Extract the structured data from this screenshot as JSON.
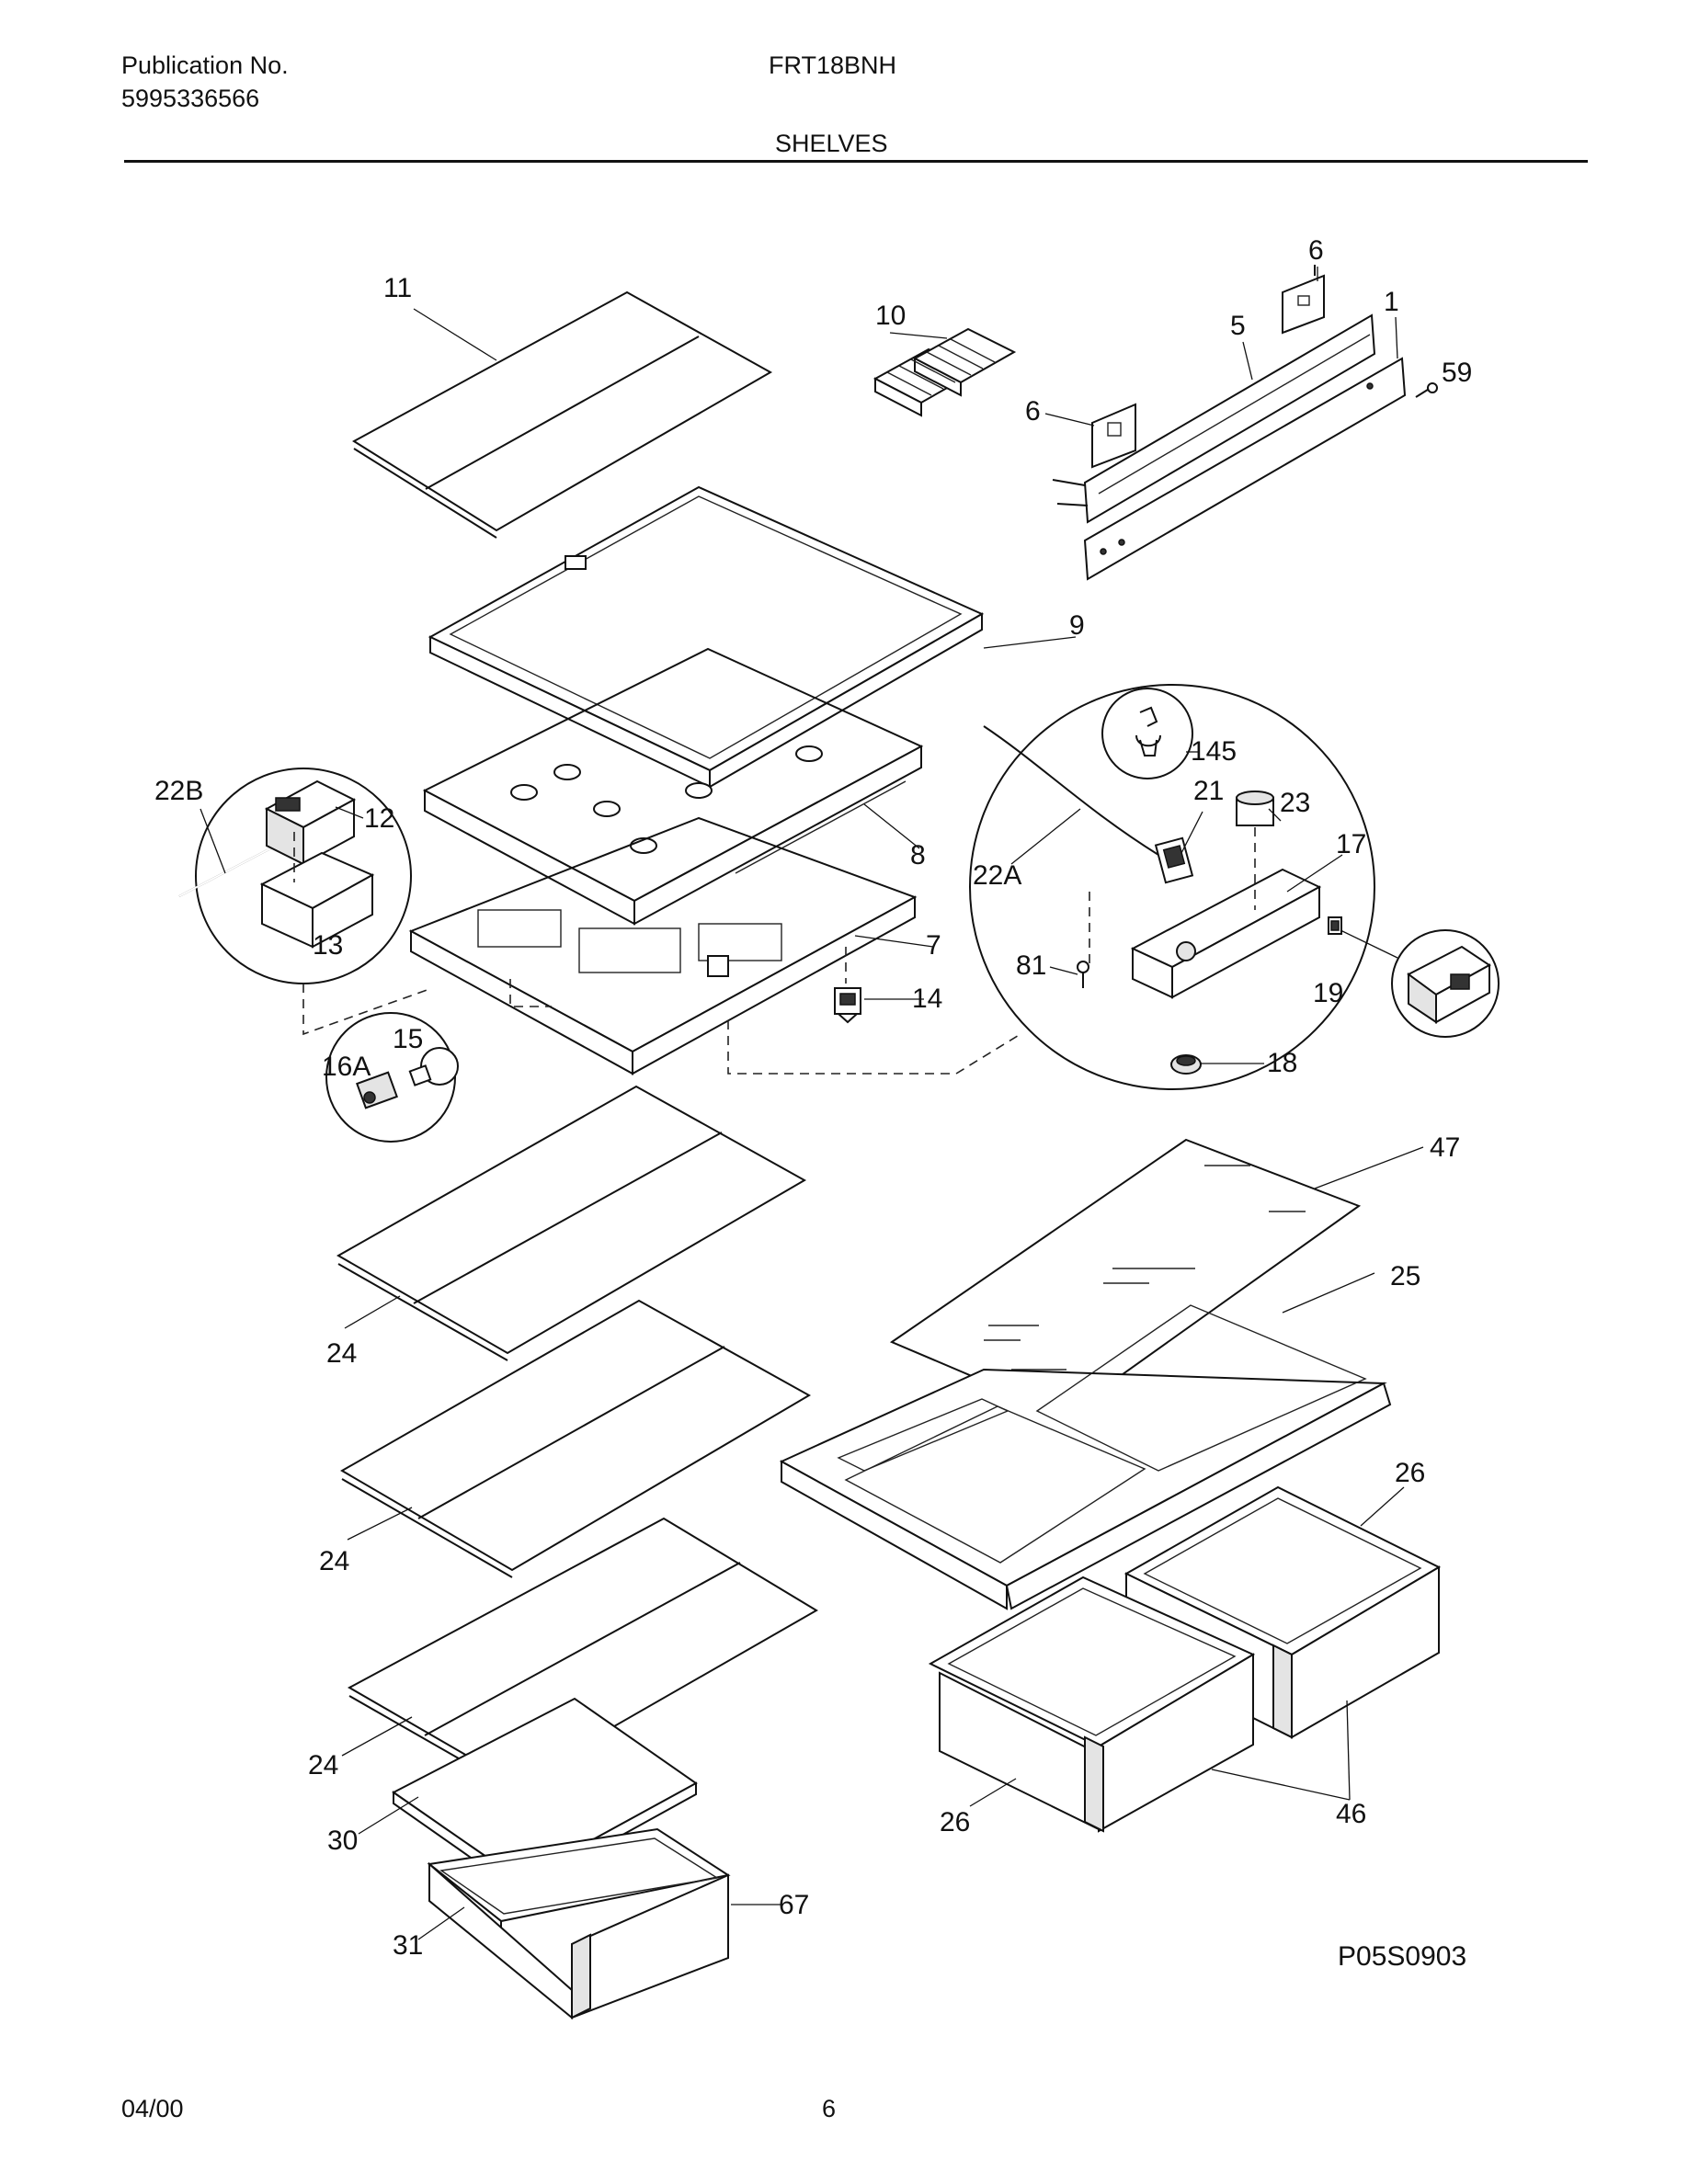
{
  "header": {
    "pub_label": "Publication No.",
    "pub_number": "5995336566",
    "model": "FRT18BNH",
    "section": "SHELVES"
  },
  "footer": {
    "date": "04/00",
    "page": "6"
  },
  "diagram_id": "P05S0903",
  "callouts": {
    "c11": "11",
    "c10": "10",
    "c6a": "6",
    "c6b": "6",
    "c5": "5",
    "c1": "1",
    "c59": "59",
    "c9": "9",
    "c8": "8",
    "c7": "7",
    "c14": "14",
    "c22B": "22B",
    "c12": "12",
    "c13": "13",
    "c15": "15",
    "c16A": "16A",
    "c145": "145",
    "c21": "21",
    "c23": "23",
    "c17": "17",
    "c22A": "22A",
    "c81": "81",
    "c19": "19",
    "c18": "18",
    "c47": "47",
    "c25": "25",
    "c26a": "26",
    "c26b": "26",
    "c46": "46",
    "c24a": "24",
    "c24b": "24",
    "c24c": "24",
    "c30": "30",
    "c31": "31",
    "c67": "67"
  }
}
